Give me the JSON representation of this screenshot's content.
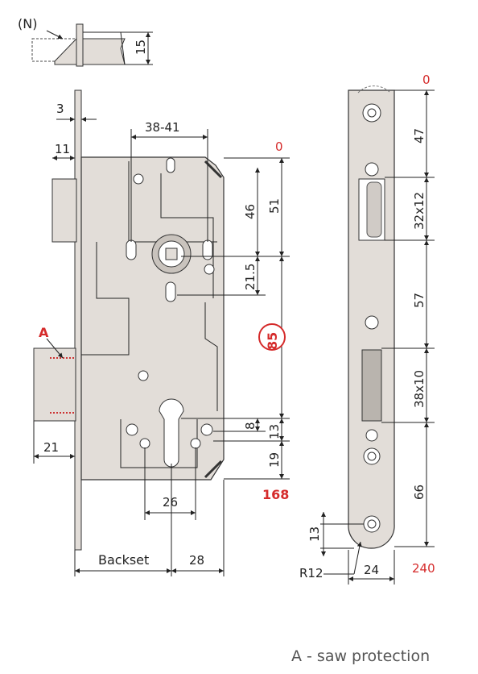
{
  "front_view": {
    "n_label": "(N)",
    "d_15": "15",
    "d_3": "3",
    "d_38_41": "38-41",
    "d_11": "11",
    "d_0": "0",
    "d_46": "46",
    "d_51": "51",
    "d_21_5": "21.5",
    "d_85": "85",
    "saw_marker": "A",
    "d_8": "8",
    "d_13": "13",
    "d_19": "19",
    "d_168": "168",
    "d_21": "21",
    "d_26": "26",
    "backset": "Backset",
    "d_28": "28"
  },
  "side_view": {
    "d_0": "0",
    "d_47": "47",
    "d_32x12": "32x12",
    "d_57": "57",
    "d_38x10": "38x10",
    "d_66": "66",
    "d_13": "13",
    "r12": "R12",
    "d_24": "24",
    "d_240": "240"
  },
  "legend": "A - saw protection",
  "colors": {
    "body_fill": "#e2ddd8",
    "accent_red": "#d52b2b",
    "line": "#222222"
  }
}
